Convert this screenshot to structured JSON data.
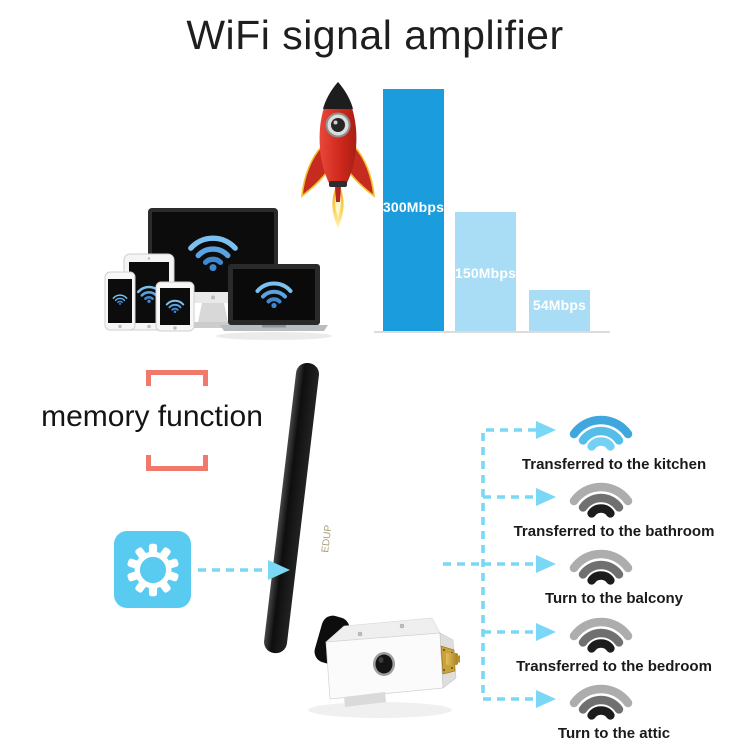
{
  "title": {
    "text": "WiFi signal amplifier"
  },
  "chart_data": {
    "type": "bar",
    "categories": [
      "300Mbps",
      "150Mbps",
      "54Mbps"
    ],
    "values": [
      300,
      150,
      54
    ],
    "labels": [
      "300Mbps",
      "150Mbps",
      "54Mbps"
    ],
    "title": "",
    "xlabel": "",
    "ylabel": "",
    "ylim": [
      0,
      300
    ],
    "grid": false,
    "legend": false,
    "bar_colors": [
      "#1b9cdd",
      "#a9ddf5",
      "#a9ddf5"
    ],
    "label_color": "#ffffff"
  },
  "memory": {
    "label": "memory function",
    "bracket_color": "#f0796b"
  },
  "device": {
    "brand_text": "EDUP"
  },
  "destinations": [
    {
      "label": "Transferred to the kitchen",
      "icon": "wifi-blue-icon"
    },
    {
      "label": "Transferred to the bathroom",
      "icon": "wifi-gray-icon"
    },
    {
      "label": "Turn to the balcony",
      "icon": "wifi-gray-icon"
    },
    {
      "label": "Transferred to the bedroom",
      "icon": "wifi-gray-icon"
    },
    {
      "label": "Turn to the attic",
      "icon": "wifi-gray-icon"
    }
  ],
  "icons": {
    "gear": "gear outline glyph on blue rounded tile",
    "rocket": "red cartoon rocket with flame",
    "wifi": "three signal arcs",
    "arrow": "dashed light-blue arrow"
  },
  "colors": {
    "bar_dark_blue": "#1b9cdd",
    "bar_light_blue": "#a9ddf5",
    "dashed_arrow": "#7bd7f6",
    "bracket_salmon": "#f0796b",
    "gear_tile": "#59cbf1"
  }
}
